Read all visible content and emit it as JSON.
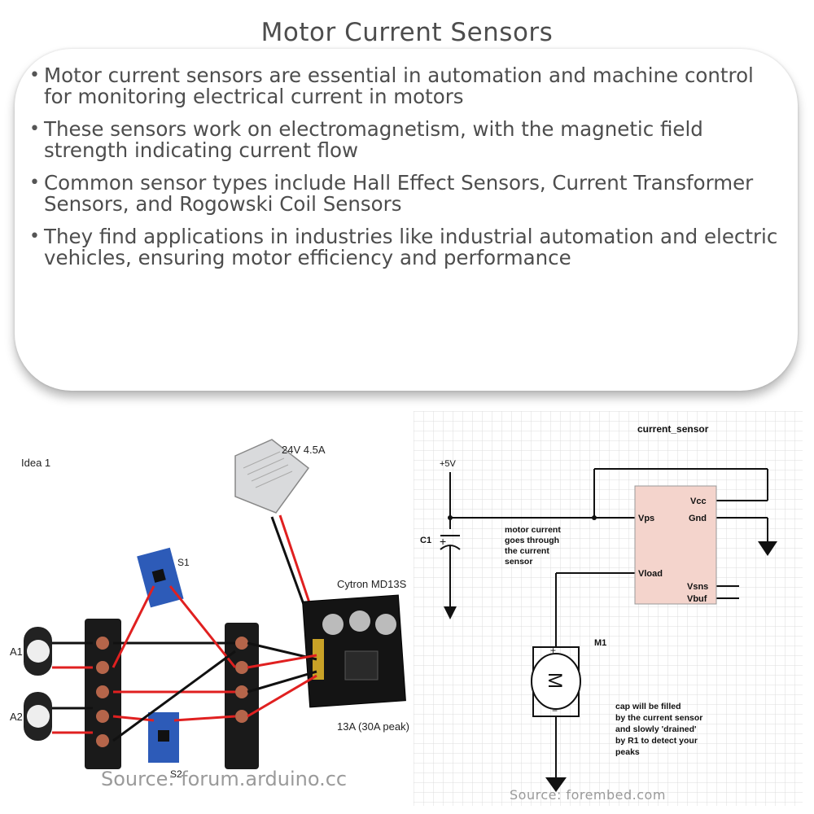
{
  "title": "Motor Current Sensors",
  "bullets": [
    "Motor current sensors are essential in automation and machine control for monitoring electrical current in motors",
    "These sensors work on electromagnetism, with the magnetic field strength indicating current flow",
    "Common sensor types include Hall Effect Sensors, Current Transformer Sensors, and Rogowski Coil Sensors",
    "They find applications in industries like industrial automation and electric vehicles, ensuring motor efficiency and performance"
  ],
  "left_image": {
    "idea_label": "Idea 1",
    "psu_label": "24V 4.5A",
    "driver_label": "Cytron MD13S",
    "driver_rating": "13A (30A peak)",
    "sensor1_label": "S1",
    "sensor2_label": "S2",
    "motor1_label": "A1",
    "motor2_label": "A2",
    "source": "Source: forum.arduino.cc"
  },
  "right_image": {
    "component_label": "current_sensor",
    "supply_label": "+5V",
    "cap_label": "C1",
    "pin_vcc": "Vcc",
    "pin_vps": "Vps",
    "pin_gnd": "Gnd",
    "pin_vload": "Vload",
    "pin_vsns": "Vsns",
    "pin_vbuf": "Vbuf",
    "motor_ref": "M1",
    "motor_symbol": "M",
    "note1": [
      "motor current",
      "goes through",
      "the current",
      "sensor"
    ],
    "note2": [
      "cap will be filled",
      "by the current sensor",
      "and slowly 'drained'",
      "by R1 to detect your",
      "peaks"
    ],
    "source": "Source: forembed.com"
  },
  "colors": {
    "text": "#4d4d4d",
    "sensor_fill": "#f4d4cc",
    "wire_red": "#e02020",
    "wire_black": "#111111"
  }
}
